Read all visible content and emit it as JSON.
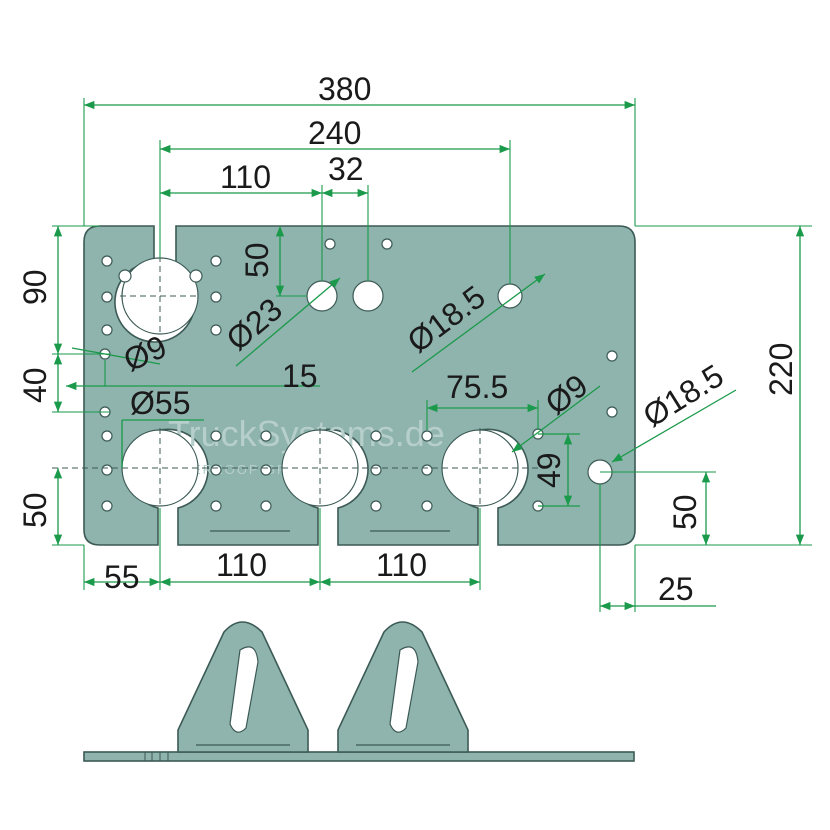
{
  "dimensions": {
    "overall_width": "380",
    "hole_span": "240",
    "left_offset": "110",
    "hole_spacing_small": "32",
    "overall_height": "220",
    "top_hole_height": "90",
    "small_hole_height": "40",
    "bottom_height_left": "50",
    "bottom_height_right": "50",
    "hole_depth": "50",
    "gap_15": "15",
    "offset_75_5": "75.5",
    "offset_49": "49",
    "offset_25": "25",
    "bottom_55": "55",
    "bottom_110_a": "110",
    "bottom_110_b": "110",
    "dia_9_left": "Ø9",
    "dia_55": "Ø55",
    "dia_23": "Ø23",
    "dia_18_5_top": "Ø18.5",
    "dia_9_right": "Ø9",
    "dia_18_5_right": "Ø18.5"
  },
  "watermark": {
    "brand": "TruckSystems.de",
    "tagline": "INTERKOOP GROUP"
  },
  "colors": {
    "plate_fill": "#8fb3ad",
    "dimension_line": "#1a9a4a"
  }
}
